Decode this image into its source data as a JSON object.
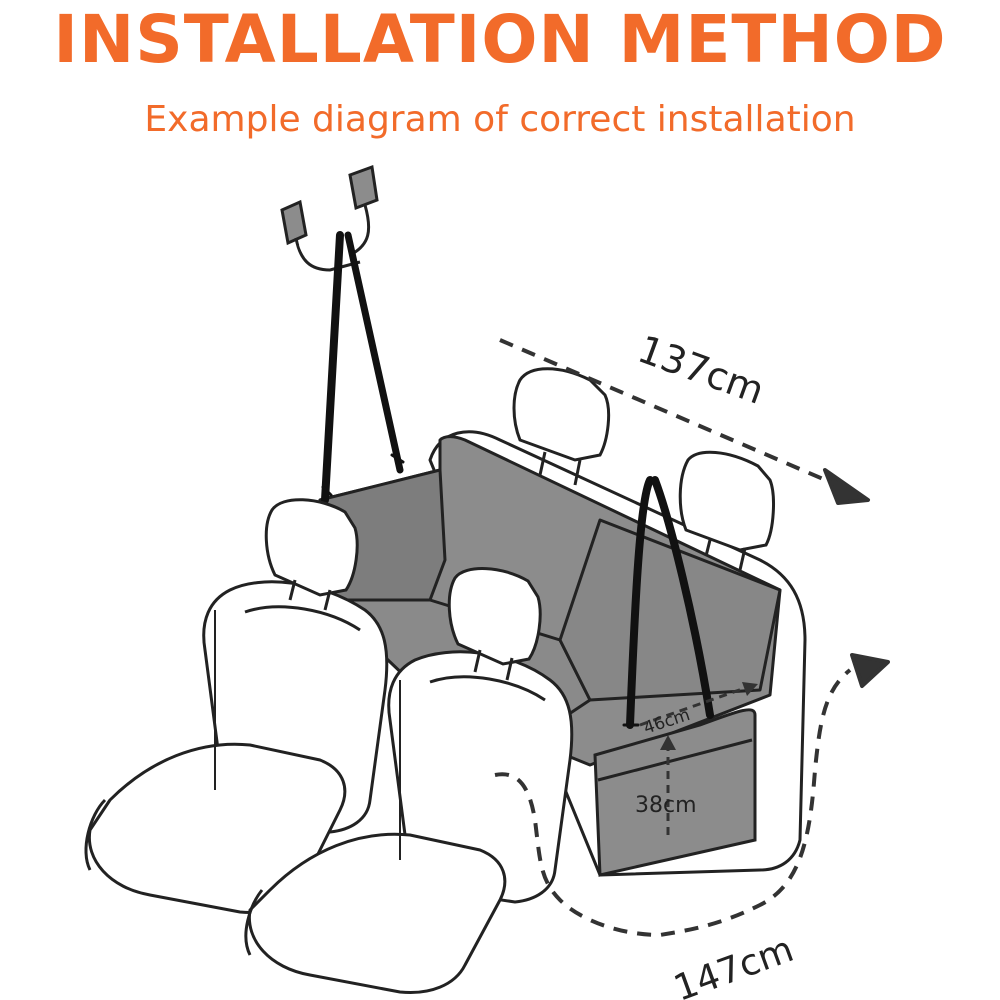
{
  "header": {
    "title": "INSTALLATION METHOD",
    "subtitle": "Example diagram of correct installation"
  },
  "colors": {
    "accent": "#f26b2a",
    "cover": "#8c8c8c",
    "outline": "#222222",
    "dimension_line": "#333333"
  },
  "measurements": {
    "width_top": "137cm",
    "depth": "46cm",
    "height": "38cm",
    "width_bottom": "147cm"
  }
}
